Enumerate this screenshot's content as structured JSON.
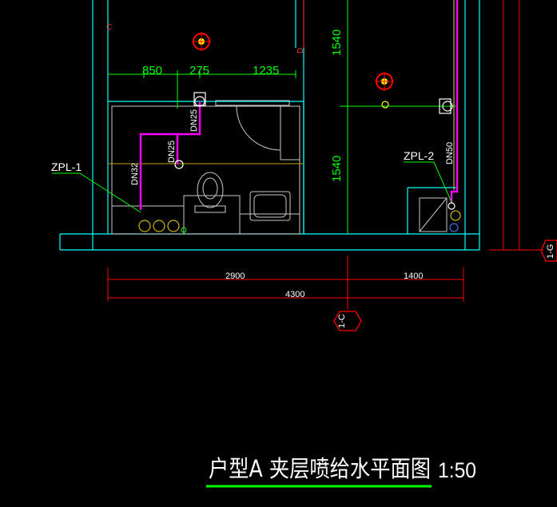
{
  "drawing": {
    "title": "户型A 夹层喷给水平面图",
    "scale": "1:50",
    "colors": {
      "background": "#000000",
      "wall": "#00ffff",
      "fixture": "#ffffff",
      "pipe": "#ff00ff",
      "dim_line": "#ff0000",
      "dim_text_green": "#00ff00",
      "sprinkler": "#ffff00",
      "axis": "#ff0000",
      "title_underline": "#00ff00"
    },
    "dimensions_top": [
      "850",
      "275",
      "1235"
    ],
    "dimensions_vertical": [
      "1540",
      "1540"
    ],
    "dimensions_bottom": {
      "seg1": "2900",
      "seg2": "1400",
      "total": "4300"
    },
    "pipe_labels": {
      "zpl1": "ZPL-1",
      "zpl2": "ZPL-2",
      "dn32": "DN32",
      "dn25a": "DN25",
      "dn25b": "DN25",
      "dn50": "DN50"
    },
    "axis_labels": {
      "bottom": "1-C",
      "right": "1-G"
    },
    "small_marks": {
      "c_mark_top_left": "C",
      "d_mark_top": "D"
    }
  }
}
